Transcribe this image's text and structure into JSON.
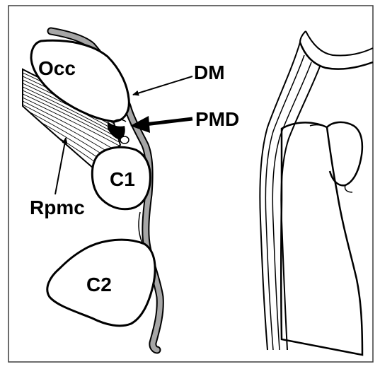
{
  "figure": {
    "labels": {
      "occ": "Occ",
      "dm": "DM",
      "pmd": "PMD",
      "c1": "C1",
      "rpmc": "Rpmc",
      "c2": "C2"
    },
    "colors": {
      "ink": "#000000",
      "dura": "#a6a6a6",
      "border": "#3c3c3c",
      "background": "#ffffff"
    }
  }
}
